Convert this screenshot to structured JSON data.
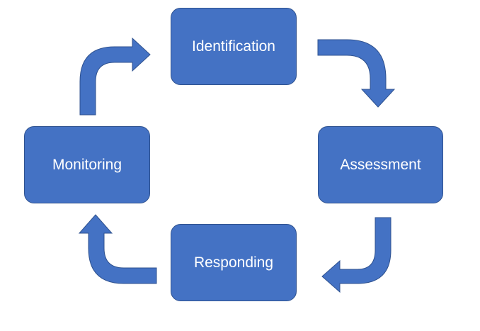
{
  "diagram": {
    "nodes": [
      {
        "id": "identification",
        "label": "Identification"
      },
      {
        "id": "assessment",
        "label": "Assessment"
      },
      {
        "id": "responding",
        "label": "Responding"
      },
      {
        "id": "monitoring",
        "label": "Monitoring"
      }
    ],
    "edges": [
      {
        "from": "identification",
        "to": "assessment"
      },
      {
        "from": "assessment",
        "to": "responding"
      },
      {
        "from": "responding",
        "to": "monitoring"
      },
      {
        "from": "monitoring",
        "to": "identification"
      }
    ],
    "colors": {
      "fill": "#4472c4",
      "border": "#2f528f",
      "text": "#ffffff"
    }
  }
}
